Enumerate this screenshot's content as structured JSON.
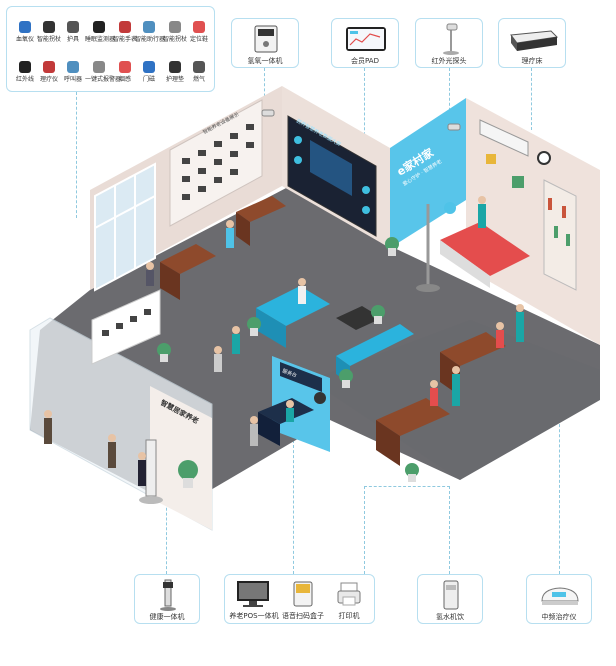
{
  "top_left_panel": {
    "row1": [
      "血氧仪",
      "智能拐杖",
      "护具",
      "睡眠监测器",
      "智能手表",
      "智能助行器",
      "智能拐杖",
      "定位鞋"
    ],
    "row2": [
      "红外线",
      "理疗仪",
      "呼叫器",
      "一键式报警器",
      "烟感",
      "门磁",
      "护理垫",
      "燃气"
    ]
  },
  "top_cards": {
    "hydrogen": "氢氧一体机",
    "pad": "会员PAD",
    "infrared": "红外光探头",
    "therapy_bed": "理疗床"
  },
  "bottom_cards": {
    "health": "健康一体机",
    "pos": "养老POS一体机",
    "scan_box": "语音扫码盒子",
    "printer": "打印机",
    "water": "氢水机饮",
    "tcm": "中频治疗仪"
  },
  "scene": {
    "big_screen_title": "颐养智慧养老数据大屏",
    "blue_wall_brand": "e家村家",
    "blue_wall_slogan": "爱心守护 · 智慧养老",
    "reception_sign": "智慧居家养老",
    "counter_sign": "服务台",
    "wall_board": "智能养老设备展示"
  },
  "colors": {
    "card_border": "#b7dff0",
    "floor": "#6b6b6f",
    "accent_blue": "#4fc3e8",
    "teal": "#1aa6a6"
  }
}
